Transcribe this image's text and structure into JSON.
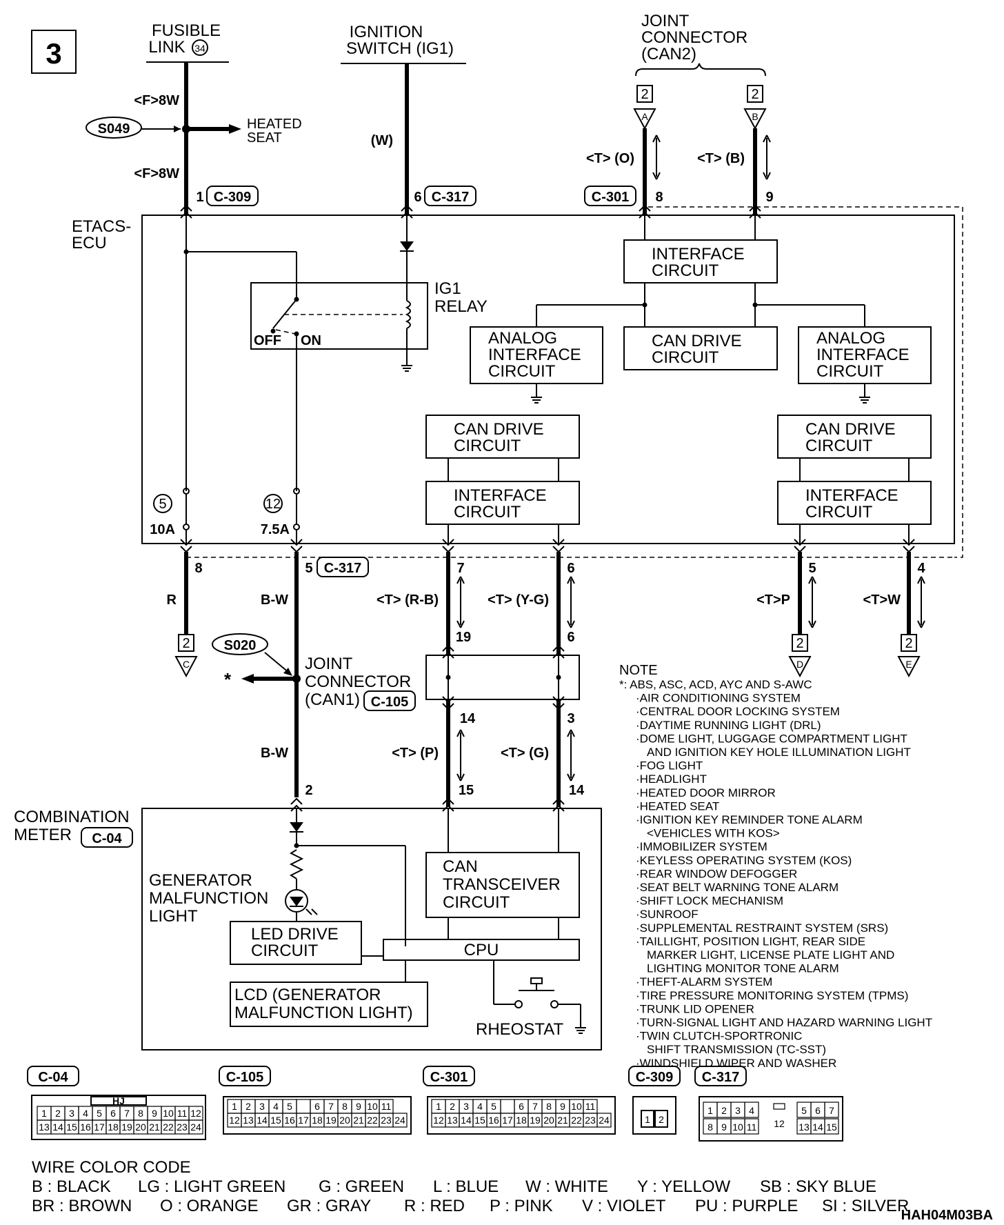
{
  "page_id": "3",
  "sources": {
    "fusible_link": [
      "FUSIBLE",
      "LINK"
    ],
    "fusible_link_no": "34",
    "ignition": [
      "IGNITION",
      "SWITCH (IG1)"
    ],
    "joint_can2": [
      "JOINT",
      "CONNECTOR",
      "(CAN2)"
    ]
  },
  "splice_s049": "S049",
  "splice_s020": "S020",
  "heated_seat": [
    "HEATED",
    "SEAT"
  ],
  "wire_labels": {
    "f8w_top": "<F>8W",
    "f8w_bottom": "<F>8W",
    "w": "(W)",
    "t_o": "<T> (O)",
    "t_b": "<T> (B)",
    "r": "R",
    "bw_top": "B-W",
    "bw_bottom": "B-W",
    "t_rb": "<T> (R-B)",
    "t_yg": "<T> (Y-G)",
    "t_p_right": "<T>P",
    "t_w_right": "<T>W",
    "t_p": "<T> (P)",
    "t_g": "<T> (G)"
  },
  "pins": {
    "p1": "1",
    "p6_top": "6",
    "p8_top": "8",
    "p9_top": "9",
    "p8_bot": "8",
    "p5_bot": "5",
    "p7_bot": "7",
    "p6_bot": "6",
    "p5_right": "5",
    "p4_right": "4",
    "p19": "19",
    "p6_j": "6",
    "p14_j": "14",
    "p3_j": "3",
    "p2": "2",
    "p15": "15",
    "p14_m": "14"
  },
  "connector_refs": {
    "c309": "C-309",
    "c317_top": "C-317",
    "c301": "C-301",
    "c317_bot": "C-317",
    "c105": "C-105",
    "c04": "C-04"
  },
  "markers": {
    "a": "A",
    "b": "B",
    "c": "C",
    "d": "D",
    "e": "E",
    "two": "2"
  },
  "etacs_ecu": [
    "ETACS-",
    "ECU"
  ],
  "ig1_relay": [
    "IG1",
    "RELAY"
  ],
  "relay_off": "OFF",
  "relay_on": "ON",
  "fuses": {
    "f5_no": "5",
    "f5_amp": "10A",
    "f12_no": "12",
    "f12_amp": "7.5A"
  },
  "blocks": {
    "interface_top": [
      "INTERFACE",
      "CIRCUIT"
    ],
    "analog_left": [
      "ANALOG",
      "INTERFACE",
      "CIRCUIT"
    ],
    "can_drive_mid": [
      "CAN DRIVE",
      "CIRCUIT"
    ],
    "analog_right": [
      "ANALOG",
      "INTERFACE",
      "CIRCUIT"
    ],
    "can_drive_left": [
      "CAN DRIVE",
      "CIRCUIT"
    ],
    "can_drive_right": [
      "CAN DRIVE",
      "CIRCUIT"
    ],
    "interface_left": [
      "INTERFACE",
      "CIRCUIT"
    ],
    "interface_right": [
      "INTERFACE",
      "CIRCUIT"
    ],
    "can_transceiver": [
      "CAN",
      "TRANSCEIVER",
      "CIRCUIT"
    ],
    "led_drive": [
      "LED DRIVE",
      "CIRCUIT"
    ],
    "cpu": "CPU",
    "lcd": [
      "LCD (GENERATOR",
      "MALFUNCTION LIGHT)"
    ]
  },
  "joint_can1": [
    "JOINT",
    "CONNECTOR",
    "(CAN1)"
  ],
  "star": "*",
  "combination_meter": [
    "COMBINATION",
    "METER"
  ],
  "generator_light": [
    "GENERATOR",
    "MALFUNCTION",
    "LIGHT"
  ],
  "rheostat": "RHEOSTAT",
  "note_title": "NOTE",
  "note_items": [
    "*: ABS, ASC, ACD, AYC AND S-AWC",
    "·AIR CONDITIONING SYSTEM",
    "·CENTRAL DOOR LOCKING SYSTEM",
    "·DAYTIME RUNNING LIGHT (DRL)",
    "·DOME LIGHT, LUGGAGE COMPARTMENT LIGHT",
    "AND IGNITION KEY HOLE ILLUMINATION LIGHT",
    "·FOG LIGHT",
    "·HEADLIGHT",
    "·HEATED DOOR MIRROR",
    "·HEATED SEAT",
    "·IGNITION KEY REMINDER TONE ALARM",
    "<VEHICLES WITH KOS>",
    "·IMMOBILIZER SYSTEM",
    "·KEYLESS OPERATING SYSTEM (KOS)",
    "·REAR WINDOW DEFOGGER",
    "·SEAT BELT WARNING TONE ALARM",
    "·SHIFT LOCK MECHANISM",
    "·SUNROOF",
    "·SUPPLEMENTAL RESTRAINT SYSTEM (SRS)",
    "·TAILLIGHT, POSITION LIGHT, REAR SIDE",
    "MARKER LIGHT, LICENSE PLATE LIGHT AND",
    "LIGHTING MONITOR TONE ALARM",
    "·THEFT-ALARM SYSTEM",
    "·TIRE PRESSURE MONITORING SYSTEM (TPMS)",
    "·TRUNK LID OPENER",
    "·TURN-SIGNAL LIGHT AND HAZARD WARNING LIGHT",
    "·TWIN CLUTCH-SPORTRONIC",
    "SHIFT TRANSMISSION (TC-SST)",
    "·WINDSHIELD WIPER AND WASHER"
  ],
  "connector_faces": {
    "c04": {
      "label": "C-04",
      "tag": "HJ",
      "row1": [
        "1",
        "2",
        "3",
        "4",
        "5",
        "6",
        "7",
        "8",
        "9",
        "10",
        "11",
        "12"
      ],
      "row2": [
        "13",
        "14",
        "15",
        "16",
        "17",
        "18",
        "19",
        "20",
        "21",
        "22",
        "23",
        "24"
      ]
    },
    "c105": {
      "label": "C-105",
      "row1": [
        "1",
        "2",
        "3",
        "4",
        "5",
        "",
        "6",
        "7",
        "8",
        "9",
        "10",
        "11"
      ],
      "row2": [
        "12",
        "13",
        "14",
        "15",
        "16",
        "17",
        "18",
        "19",
        "20",
        "21",
        "22",
        "23",
        "24"
      ]
    },
    "c301": {
      "label": "C-301",
      "row1": [
        "1",
        "2",
        "3",
        "4",
        "5",
        "",
        "6",
        "7",
        "8",
        "9",
        "10",
        "11"
      ],
      "row2": [
        "12",
        "13",
        "14",
        "15",
        "16",
        "17",
        "18",
        "19",
        "20",
        "21",
        "22",
        "23",
        "24"
      ]
    },
    "c309": {
      "label": "C-309",
      "pins": [
        "1",
        "2"
      ]
    },
    "c317": {
      "label": "C-317",
      "row1_left": [
        "1",
        "2",
        "3",
        "4"
      ],
      "center": "12",
      "row1_right": [
        "5",
        "6",
        "7"
      ],
      "row2_left": [
        "8",
        "9",
        "10",
        "11"
      ],
      "row2_right": [
        "13",
        "14",
        "15"
      ]
    }
  },
  "wire_color_code": {
    "title": "WIRE COLOR CODE",
    "row1": [
      "B : BLACK",
      "LG : LIGHT GREEN",
      "G : GREEN",
      "L : BLUE",
      "W : WHITE",
      "Y : YELLOW",
      "SB : SKY BLUE"
    ],
    "row2": [
      "BR : BROWN",
      "O : ORANGE",
      "GR : GRAY",
      "R : RED",
      "P : PINK",
      "V : VIOLET",
      "PU : PURPLE",
      "SI : SILVER"
    ]
  },
  "drawing_code": "HAH04M03BA"
}
